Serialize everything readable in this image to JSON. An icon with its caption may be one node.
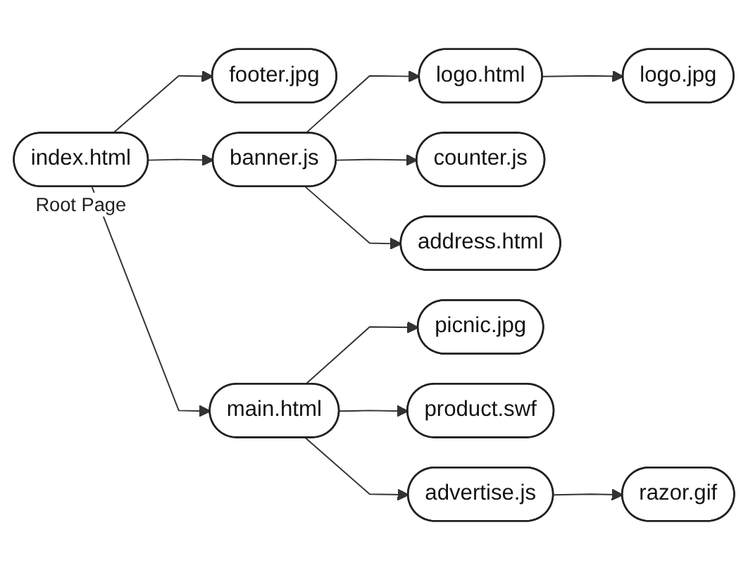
{
  "diagram": {
    "nodes": [
      {
        "text": [
          "index.html"
        ],
        "beside": [
          "Root Page"
        ]
      },
      {
        "text": [
          "footer.jpg"
        ]
      },
      {
        "text": [
          "banner.js"
        ]
      },
      {
        "text": [
          "logo.html"
        ]
      },
      {
        "text": [
          "logo.jpg"
        ]
      },
      {
        "text": [
          "counter.js"
        ]
      },
      {
        "text": [
          "address.html"
        ]
      },
      {
        "text": [
          "main.html"
        ]
      },
      {
        "text": [
          "picnic.jpg"
        ]
      },
      {
        "text": [
          "product.swf"
        ]
      },
      {
        "text": [
          "advertise.js"
        ]
      },
      {
        "text": [
          "razor.gif"
        ]
      }
    ],
    "edges": [
      {
        "from": 0,
        "to": 1,
        "arrow": "to"
      },
      {
        "from": 0,
        "to": 2,
        "arrow": "to"
      },
      {
        "from": 0,
        "to": 7,
        "arrow": "to"
      },
      {
        "from": 2,
        "to": 3,
        "arrow": "to"
      },
      {
        "from": 3,
        "to": 4,
        "arrow": "to"
      },
      {
        "from": 2,
        "to": 5,
        "arrow": "to"
      },
      {
        "from": 2,
        "to": 6,
        "arrow": "to"
      },
      {
        "from": 7,
        "to": 8,
        "arrow": "to"
      },
      {
        "from": 7,
        "to": 9,
        "arrow": "to"
      },
      {
        "from": 7,
        "to": 10,
        "arrow": "to"
      },
      {
        "from": 10,
        "to": 11,
        "arrow": "to"
      }
    ]
  }
}
